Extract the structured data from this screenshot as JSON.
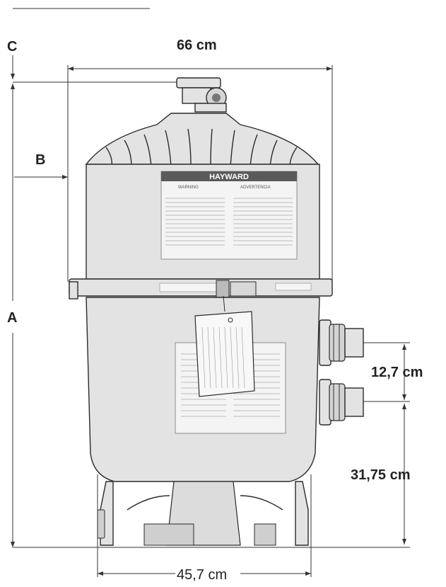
{
  "dimensions": {
    "label_c": "C",
    "label_b": "B",
    "label_a": "A",
    "width_top": "66 cm",
    "port_spacing": "12,7 cm",
    "port_height": "31,75 cm",
    "base_width": "45,7 cm"
  },
  "labels": {
    "brand": "HAYWARD",
    "warning_en": "WARNING",
    "warning_es": "ADVERTENCIA"
  },
  "colors": {
    "banner": "#5a5a5a",
    "body": "#e3e3e3",
    "line": "#333333"
  }
}
